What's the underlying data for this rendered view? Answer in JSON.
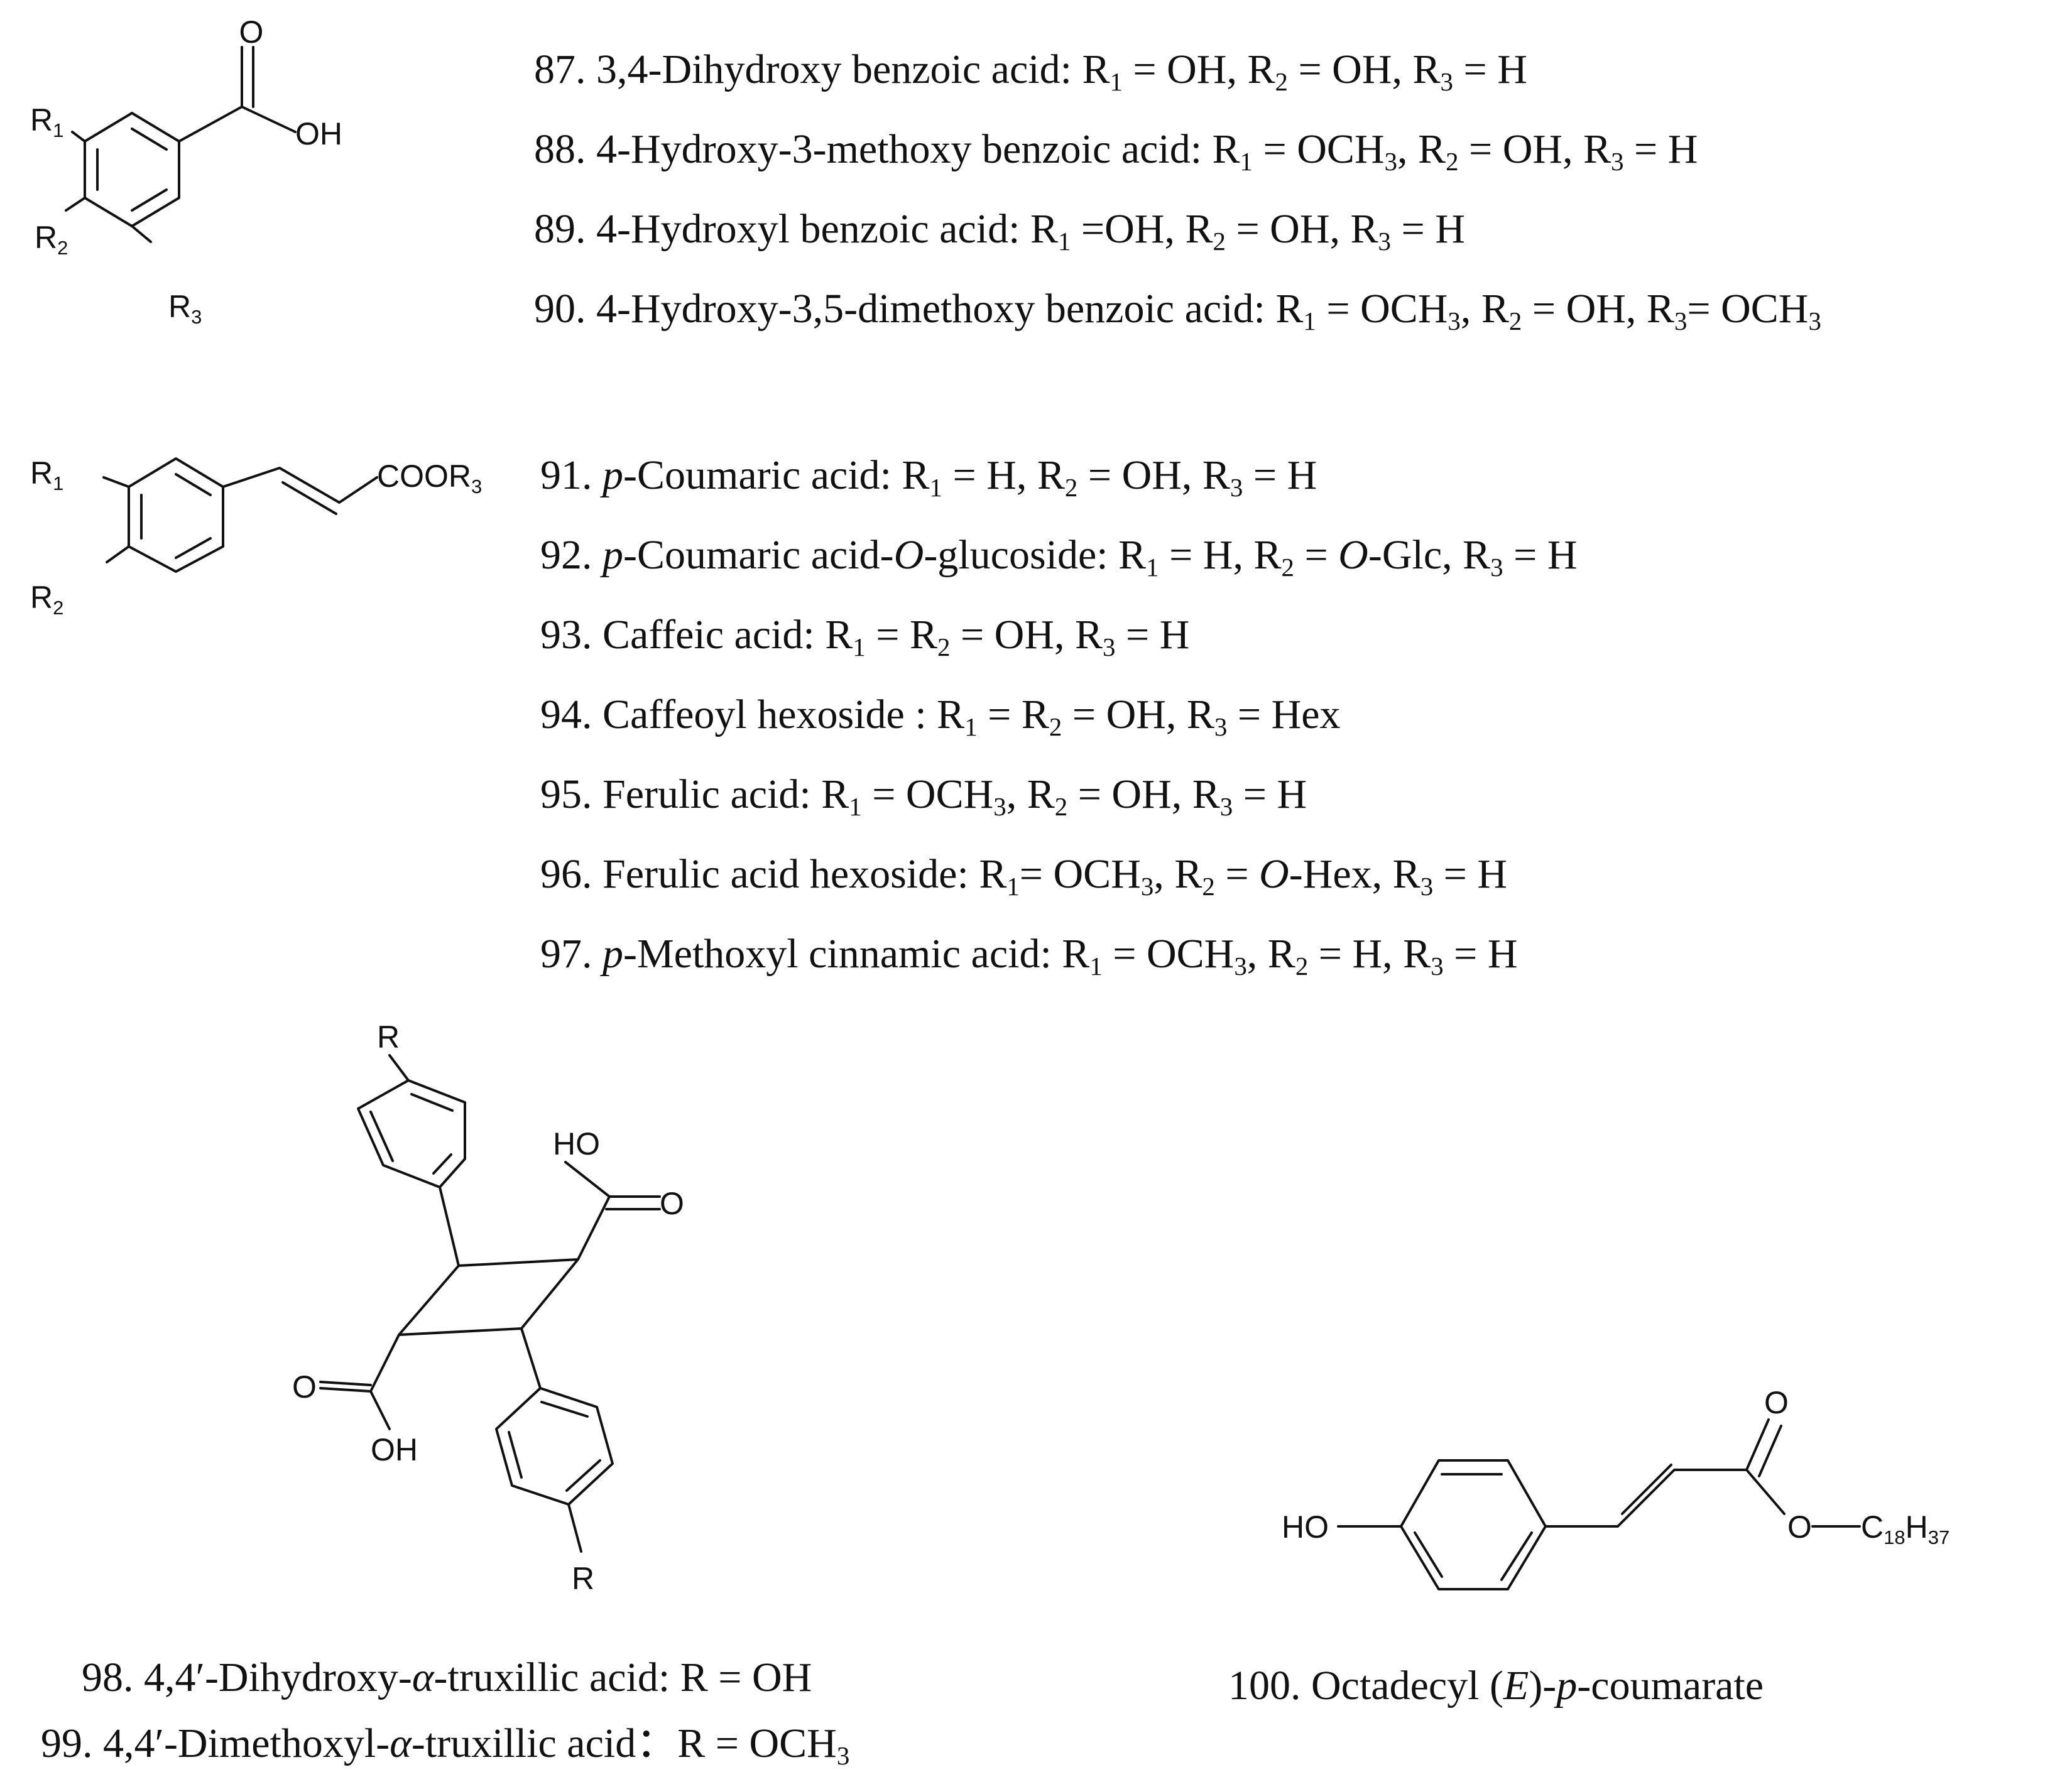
{
  "benzoic": {
    "structure": {
      "o": "O",
      "oh": "OH",
      "r1": "R",
      "r1_sub": "1",
      "r2": "R",
      "r2_sub": "2",
      "r3": "R",
      "r3_sub": "3"
    },
    "lines": [
      [
        {
          "t": "87. 3,4-Dihydroxy benzoic acid: R"
        },
        {
          "t": "1",
          "sub": true
        },
        {
          "t": " = OH, R"
        },
        {
          "t": "2",
          "sub": true
        },
        {
          "t": " = OH, R"
        },
        {
          "t": "3",
          "sub": true
        },
        {
          "t": " = H"
        }
      ],
      [
        {
          "t": "88. 4-Hydroxy-3-methoxy benzoic acid: R"
        },
        {
          "t": "1",
          "sub": true
        },
        {
          "t": " = OCH"
        },
        {
          "t": "3",
          "sub": true
        },
        {
          "t": ", R"
        },
        {
          "t": "2",
          "sub": true
        },
        {
          "t": " = OH, R"
        },
        {
          "t": "3",
          "sub": true
        },
        {
          "t": " = H"
        }
      ],
      [
        {
          "t": "89. 4-Hydroxyl benzoic acid: R"
        },
        {
          "t": "1",
          "sub": true
        },
        {
          "t": " =OH, R"
        },
        {
          "t": "2",
          "sub": true
        },
        {
          "t": " = OH, R"
        },
        {
          "t": "3",
          "sub": true
        },
        {
          "t": " = H"
        }
      ],
      [
        {
          "t": "90. 4-Hydroxy-3,5-dimethoxy benzoic acid: R"
        },
        {
          "t": "1",
          "sub": true
        },
        {
          "t": " = OCH"
        },
        {
          "t": "3",
          "sub": true
        },
        {
          "t": ", R"
        },
        {
          "t": "2",
          "sub": true
        },
        {
          "t": " = OH, R"
        },
        {
          "t": "3",
          "sub": true
        },
        {
          "t": "= OCH"
        },
        {
          "t": "3",
          "sub": true
        }
      ]
    ]
  },
  "cinnamic": {
    "structure": {
      "coor": "COOR",
      "coor_sub": "3",
      "r1": "R",
      "r1_sub": "1",
      "r2": "R",
      "r2_sub": "2"
    },
    "lines": [
      [
        {
          "t": "91. "
        },
        {
          "t": "p",
          "it": true
        },
        {
          "t": "-Coumaric acid: R"
        },
        {
          "t": "1",
          "sub": true
        },
        {
          "t": " = H, R"
        },
        {
          "t": "2",
          "sub": true
        },
        {
          "t": " = OH, R"
        },
        {
          "t": "3",
          "sub": true
        },
        {
          "t": " = H"
        }
      ],
      [
        {
          "t": "92. "
        },
        {
          "t": "p",
          "it": true
        },
        {
          "t": "-Coumaric acid-"
        },
        {
          "t": "O",
          "it": true
        },
        {
          "t": "-glucoside: R"
        },
        {
          "t": "1",
          "sub": true
        },
        {
          "t": " = H, R"
        },
        {
          "t": "2",
          "sub": true
        },
        {
          "t": " = "
        },
        {
          "t": "O",
          "it": true
        },
        {
          "t": "-Glc, R"
        },
        {
          "t": "3",
          "sub": true
        },
        {
          "t": " = H"
        }
      ],
      [
        {
          "t": "93. Caffeic acid: R"
        },
        {
          "t": "1",
          "sub": true
        },
        {
          "t": " = R"
        },
        {
          "t": "2",
          "sub": true
        },
        {
          "t": " = OH, R"
        },
        {
          "t": "3",
          "sub": true
        },
        {
          "t": " = H"
        }
      ],
      [
        {
          "t": "94. Caffeoyl hexoside : R"
        },
        {
          "t": "1",
          "sub": true
        },
        {
          "t": " = R"
        },
        {
          "t": "2",
          "sub": true
        },
        {
          "t": " = OH, R"
        },
        {
          "t": "3",
          "sub": true
        },
        {
          "t": " = Hex"
        }
      ],
      [
        {
          "t": "95. Ferulic acid: R"
        },
        {
          "t": "1",
          "sub": true
        },
        {
          "t": " = OCH"
        },
        {
          "t": "3",
          "sub": true
        },
        {
          "t": ", R"
        },
        {
          "t": "2",
          "sub": true
        },
        {
          "t": " = OH, R"
        },
        {
          "t": "3",
          "sub": true
        },
        {
          "t": " = H"
        }
      ],
      [
        {
          "t": "96. Ferulic acid hexoside: R"
        },
        {
          "t": "1",
          "sub": true
        },
        {
          "t": "= OCH"
        },
        {
          "t": "3",
          "sub": true
        },
        {
          "t": ", R"
        },
        {
          "t": "2",
          "sub": true
        },
        {
          "t": " = "
        },
        {
          "t": "O",
          "it": true
        },
        {
          "t": "-Hex, R"
        },
        {
          "t": "3",
          "sub": true
        },
        {
          "t": " = H"
        }
      ],
      [
        {
          "t": "97. "
        },
        {
          "t": "p",
          "it": true
        },
        {
          "t": "-Methoxyl cinnamic acid: R"
        },
        {
          "t": "1",
          "sub": true
        },
        {
          "t": " = OCH"
        },
        {
          "t": "3",
          "sub": true
        },
        {
          "t": ", R"
        },
        {
          "t": "2",
          "sub": true
        },
        {
          "t": " = H, R"
        },
        {
          "t": "3",
          "sub": true
        },
        {
          "t": " = H"
        }
      ]
    ]
  },
  "truxillic": {
    "structure": {
      "r_top": "R",
      "r_bottom": "R",
      "ho": "HO",
      "o_right": "O",
      "o_left": "O",
      "oh": "OH"
    },
    "captions": [
      [
        {
          "t": "98. 4,4′-Dihydroxy-"
        },
        {
          "t": "α",
          "it": true
        },
        {
          "t": "-truxillic acid: R = OH"
        }
      ],
      [
        {
          "t": "99. 4,4′-Dimethoxyl-"
        },
        {
          "t": "α",
          "it": true
        },
        {
          "t": "-truxillic acid：R = OCH"
        },
        {
          "t": "3",
          "sub": true
        }
      ]
    ]
  },
  "octadecyl": {
    "structure": {
      "ho": "HO",
      "o_top": "O",
      "o_ester": "O",
      "c": "C",
      "c_sub": "18",
      "h": "H",
      "h_sub": "37"
    },
    "caption": [
      {
        "t": "100. Octadecyl ("
      },
      {
        "t": "E",
        "it": true
      },
      {
        "t": ")-"
      },
      {
        "t": "p",
        "it": true
      },
      {
        "t": "-coumarate"
      }
    ]
  }
}
